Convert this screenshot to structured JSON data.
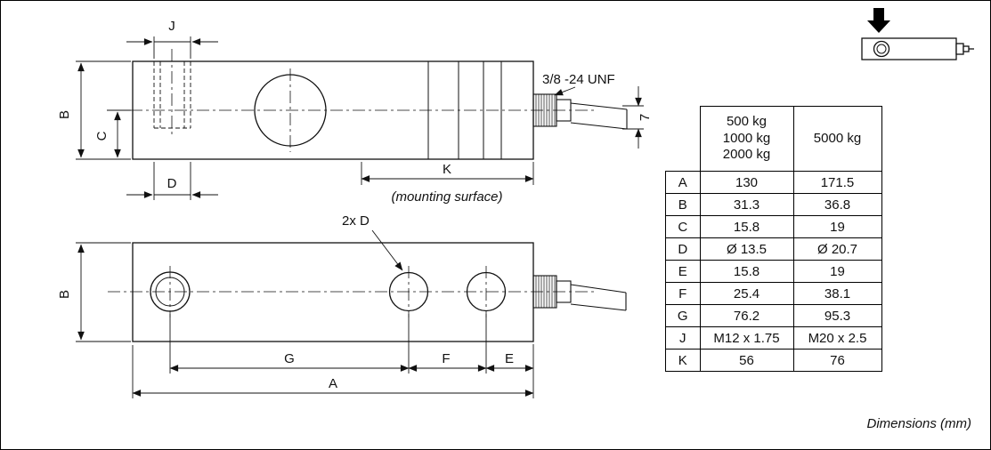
{
  "drawing": {
    "dims": {
      "J": "J",
      "B": "B",
      "C": "C",
      "D": "D",
      "K": "K",
      "G": "G",
      "F": "F",
      "E": "E",
      "A": "A"
    },
    "annotations": {
      "thread": "3/8 -24 UNF",
      "cable_diameter": "7",
      "mounting_surface": "(mounting surface)",
      "hole_callout": "2x D"
    }
  },
  "table": {
    "columns": [
      "500 kg\n1000 kg\n2000 kg",
      "5000 kg"
    ],
    "rows": [
      {
        "label": "A",
        "col1": "130",
        "col2": "171.5"
      },
      {
        "label": "B",
        "col1": "31.3",
        "col2": "36.8"
      },
      {
        "label": "C",
        "col1": "15.8",
        "col2": "19"
      },
      {
        "label": "D",
        "col1": "Ø 13.5",
        "col2": "Ø 20.7"
      },
      {
        "label": "E",
        "col1": "15.8",
        "col2": "19"
      },
      {
        "label": "F",
        "col1": "25.4",
        "col2": "38.1"
      },
      {
        "label": "G",
        "col1": "76.2",
        "col2": "95.3"
      },
      {
        "label": "J",
        "col1": "M12 x 1.75",
        "col2": "M20 x 2.5"
      },
      {
        "label": "K",
        "col1": "56",
        "col2": "76"
      }
    ]
  },
  "footer": {
    "note": "Dimensions (mm)"
  }
}
